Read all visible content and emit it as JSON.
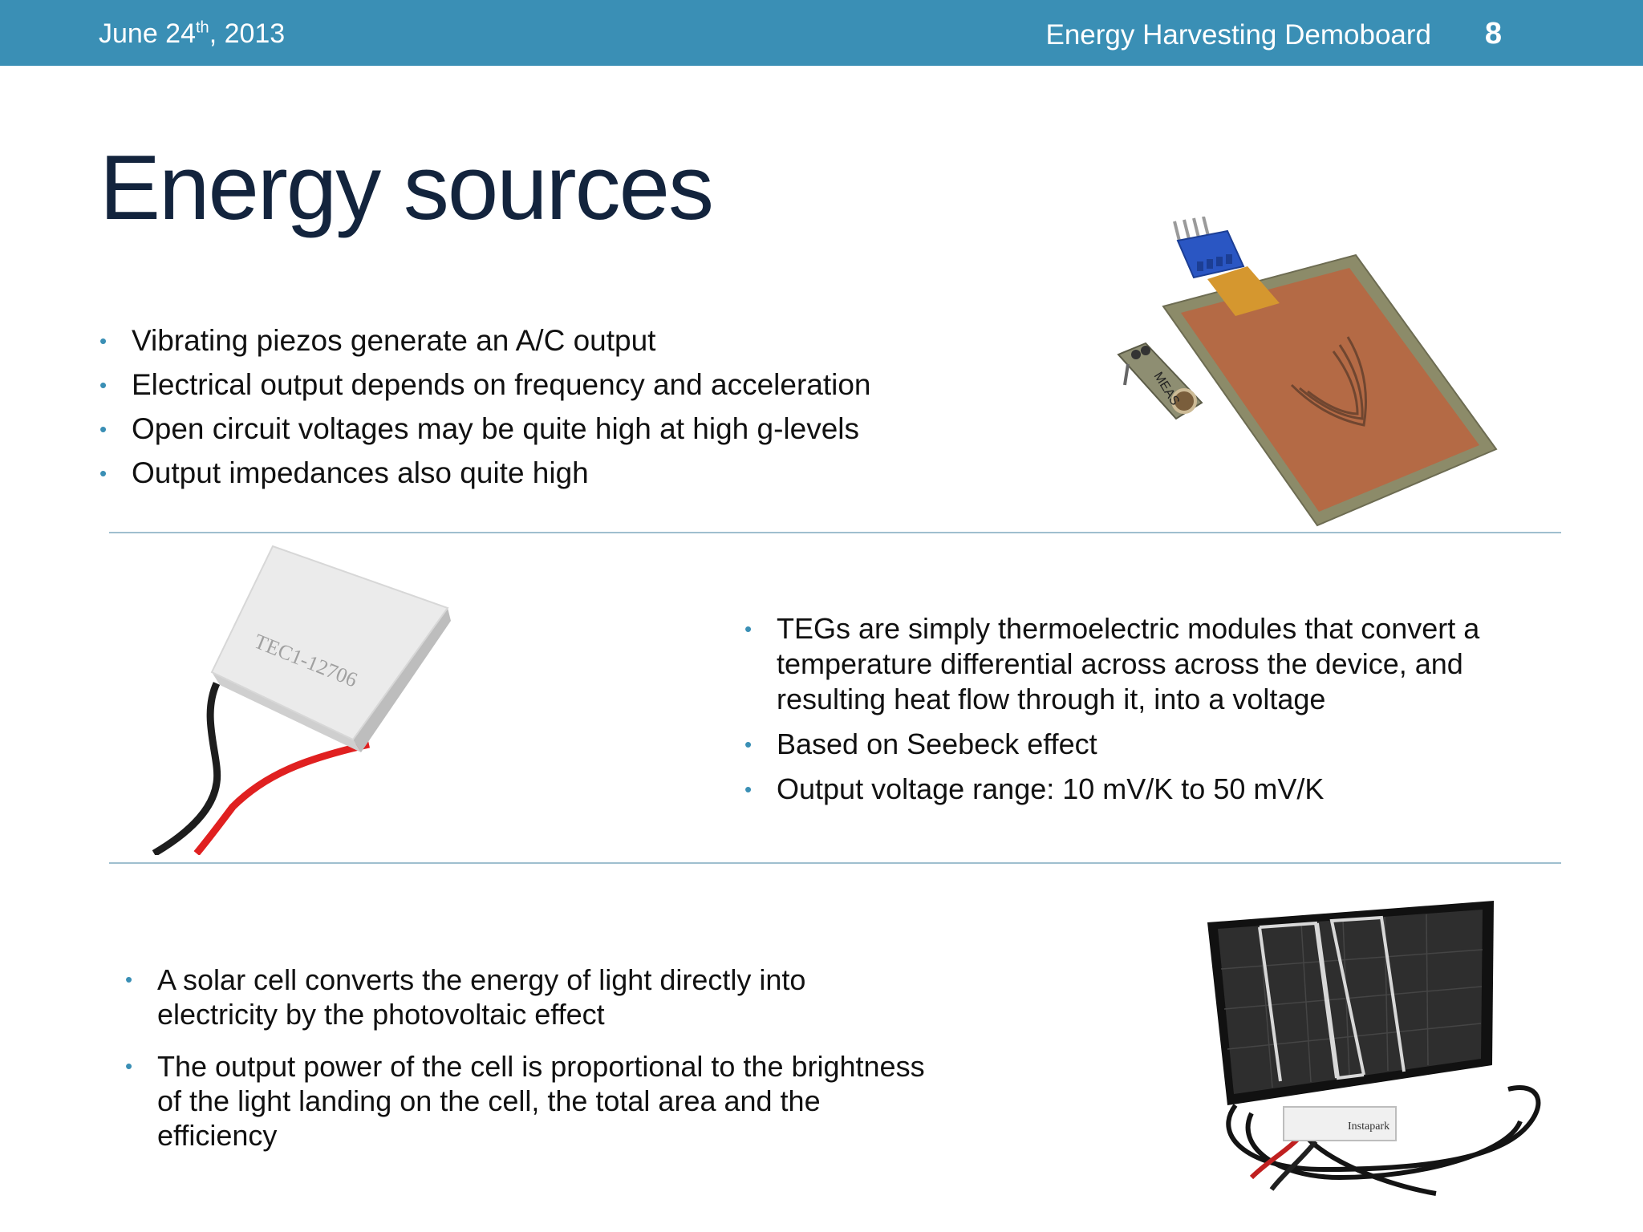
{
  "header": {
    "date_main": "June 24",
    "date_sup": "th",
    "date_year": ", 2013",
    "deck_title": "Energy Harvesting Demoboard",
    "page_number": "8"
  },
  "slide": {
    "title": "Energy sources"
  },
  "piezo": {
    "bullets": [
      "Vibrating piezos generate an  A/C output",
      "Electrical output depends on frequency and acceleration",
      "Open circuit voltages may be quite high at high g-levels",
      "Output impedances also quite high"
    ],
    "sensor_label": "MEAS"
  },
  "teg": {
    "bullets": [
      "TEGs are simply thermoelectric modules that convert a temperature differential across across the device, and resulting heat flow through it, into a voltage",
      "Based on Seebeck effect",
      "Output voltage range: 10 mV/K to 50 mV/K"
    ],
    "module_label": "TEC1-12706"
  },
  "solar": {
    "bullets": [
      "A solar cell converts the energy of light directly into electricity by the photovoltaic effect",
      "The output power of the cell is proportional to the brightness of the light landing on the cell, the total area and the efficiency"
    ],
    "brand_label": "Instapark"
  },
  "colors": {
    "header_bg": "#3a8fb5",
    "title": "#13243d",
    "bullet": "#3a8fb5"
  }
}
